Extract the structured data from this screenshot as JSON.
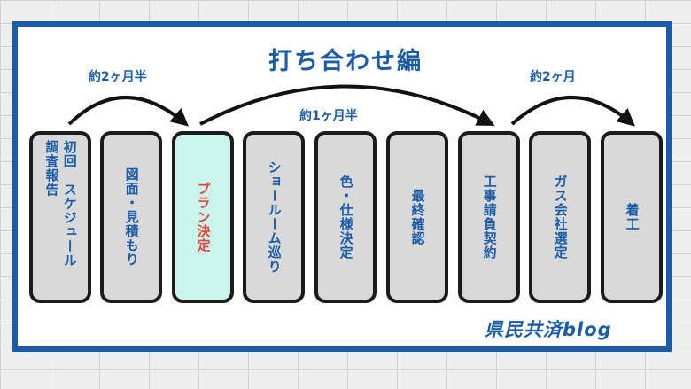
{
  "title": "打ち合わせ編",
  "durations": [
    {
      "label": "約2ヶ月半"
    },
    {
      "label": "約1ヶ月半"
    },
    {
      "label": "約2ヶ月"
    }
  ],
  "steps": [
    {
      "lines": [
        "初回　スケジュール",
        "調査報告"
      ]
    },
    {
      "lines": [
        "図面・見積もり"
      ]
    },
    {
      "lines": [
        "プラン決定"
      ],
      "active": true
    },
    {
      "lines": [
        "ショールーム巡り"
      ]
    },
    {
      "lines": [
        "色・仕様決定"
      ]
    },
    {
      "lines": [
        "最終確認"
      ]
    },
    {
      "lines": [
        "工事請負契約"
      ]
    },
    {
      "lines": [
        "ガス会社選定"
      ]
    },
    {
      "lines": [
        "着工"
      ]
    }
  ],
  "logo": "県民共済blog",
  "colors": {
    "primary": "#1a5ca8",
    "highlight": "#e8443c",
    "active_bg": "#c9f5ec",
    "step_bg": "#d9d9d9"
  }
}
